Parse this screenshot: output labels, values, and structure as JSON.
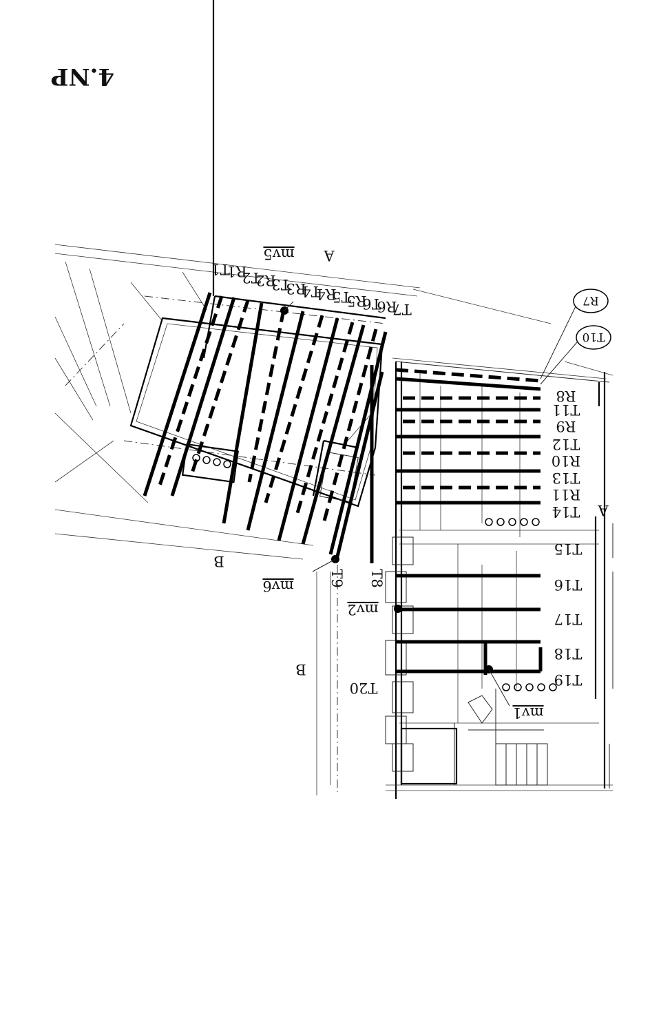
{
  "title": "4.NP",
  "labels": {
    "axisA_top": "A",
    "axisA_right": "A",
    "axisB_left": "B",
    "axisB_bottom": "B",
    "mv5": "mv5",
    "mv6": "mv6",
    "mv2": "mv2",
    "mv1": "mv1",
    "callout_r7": "R7",
    "callout_t10": "T10",
    "t8": "T8",
    "t9": "T9",
    "t20": "T20"
  },
  "left_group": [
    "T1",
    "R1",
    "T2",
    "R2",
    "T3",
    "R3",
    "T4",
    "R4",
    "T5",
    "R5",
    "T6",
    "R6",
    "T7"
  ],
  "right_group": [
    "R8",
    "T11",
    "R9",
    "T12",
    "R10",
    "T13",
    "R11",
    "T14",
    "T15",
    "T16",
    "T17",
    "T18",
    "T19"
  ]
}
